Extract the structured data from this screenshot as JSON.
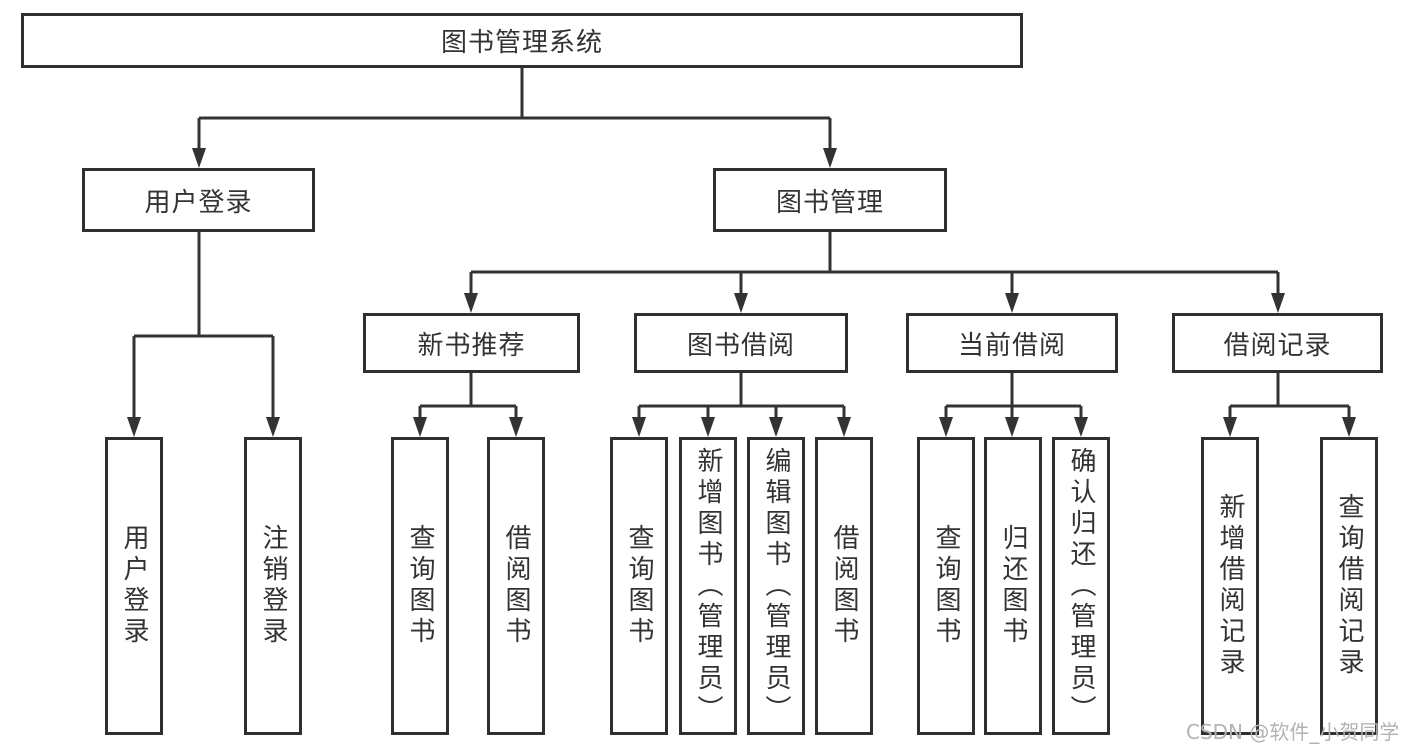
{
  "tree": {
    "label": "图书管理系统",
    "children": [
      {
        "label": "用户登录",
        "children": [
          {
            "label": "用户登录"
          },
          {
            "label": "注销登录"
          }
        ]
      },
      {
        "label": "图书管理",
        "children": [
          {
            "label": "新书推荐",
            "children": [
              {
                "label": "查询图书"
              },
              {
                "label": "借阅图书"
              }
            ]
          },
          {
            "label": "图书借阅",
            "children": [
              {
                "label": "查询图书"
              },
              {
                "label": "新增图书（管理员）"
              },
              {
                "label": "编辑图书（管理员）"
              },
              {
                "label": "借阅图书"
              }
            ]
          },
          {
            "label": "当前借阅",
            "children": [
              {
                "label": "查询图书"
              },
              {
                "label": "归还图书"
              },
              {
                "label": "确认归还（管理员）"
              }
            ]
          },
          {
            "label": "借阅记录",
            "children": [
              {
                "label": "新增借阅记录"
              },
              {
                "label": "查询借阅记录"
              }
            ]
          }
        ]
      }
    ]
  },
  "watermark": {
    "text": "CSDN @软件_小贺同学"
  },
  "colors": {
    "line": "#333333",
    "box_border": "#2f2f2f",
    "box_fill": "#ffffff",
    "text": "#333333",
    "watermark": "#b3b3b3",
    "background": "#ffffff"
  }
}
